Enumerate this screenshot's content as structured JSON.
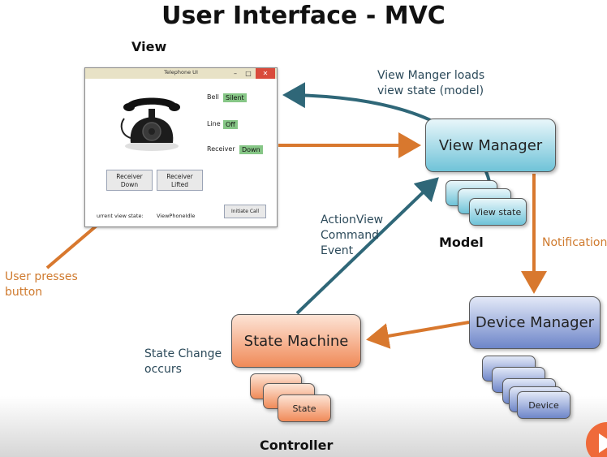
{
  "title": "User Interface - MVC",
  "labels": {
    "view": "View",
    "model": "Model",
    "controller": "Controller"
  },
  "notes": {
    "view_manager_loads": [
      "View Manger loads",
      "view state (model)"
    ],
    "notification": "Notification",
    "action_view": [
      "ActionView",
      "Command",
      "Event"
    ],
    "user_presses": [
      "User presses",
      "button"
    ],
    "state_change": [
      "State Change",
      "occurs"
    ]
  },
  "boxes": {
    "view_manager": "View Manager",
    "device_manager": "Device Manager",
    "state_machine": "State Machine",
    "view_state": "View state",
    "device": "Device",
    "state": "State"
  },
  "window": {
    "title": "Telephone UI",
    "controls": {
      "minimize": "–",
      "maximize": "□",
      "close": "✕"
    },
    "bell_label": "Bell",
    "bell_value": "Silent",
    "line_label": "Line",
    "line_value": "Off",
    "receiver_label": "Receiver",
    "receiver_value": "Down",
    "receiver_down_button": [
      "Receiver",
      "Down"
    ],
    "receiver_lifted_button": [
      "Receiver",
      "Lifted"
    ],
    "current_view_state_label": "urrent view state:",
    "current_view_state_value": "ViewPhoneIdle",
    "initiate_call_button": "Initiate Call"
  },
  "colors": {
    "arrow_orange": "#d8782e",
    "arrow_teal": "#2f6778",
    "note_dark": "#2c4a5a",
    "note_orange": "#cf7a2e"
  }
}
